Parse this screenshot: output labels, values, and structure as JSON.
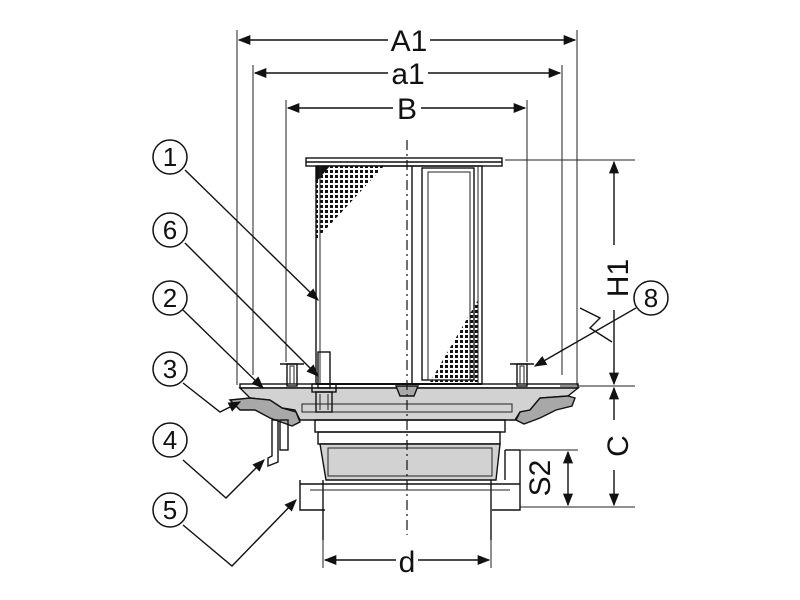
{
  "dimensions": {
    "A1": "A1",
    "a1": "a1",
    "B": "B",
    "H1": "H1",
    "C": "C",
    "S2": "S2",
    "d": "d"
  },
  "callouts": [
    "1",
    "6",
    "2",
    "3",
    "4",
    "5",
    "8"
  ],
  "colors": {
    "line": "#111111",
    "part_fill": "#d2d2d2",
    "part_fill_dark": "#a8a8a8",
    "background": "#ffffff"
  }
}
